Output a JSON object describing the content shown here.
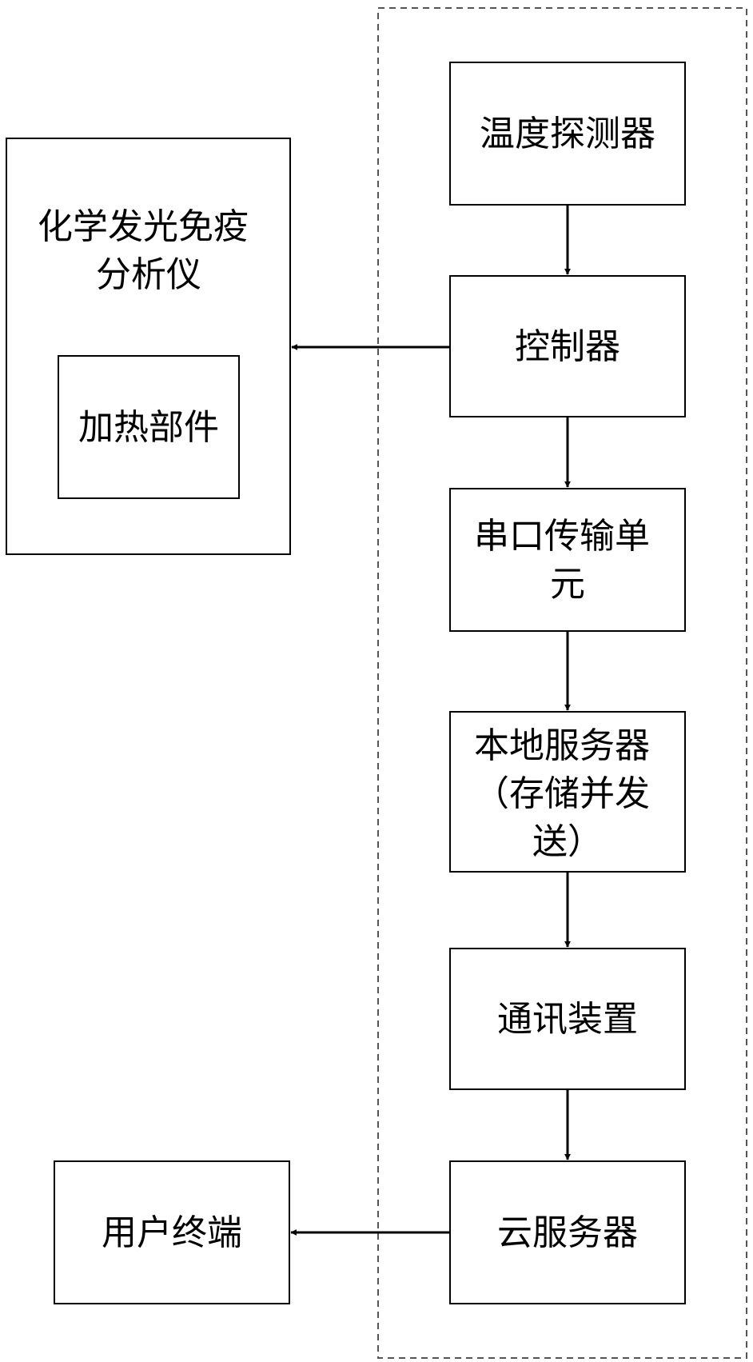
{
  "diagram": {
    "analyzer": {
      "label_lines": [
        "化学发光免疫",
        "分析仪"
      ]
    },
    "heating_part": {
      "label_lines": [
        "加热部件"
      ]
    },
    "temperature_detector": {
      "label_lines": [
        "温度探测器"
      ]
    },
    "controller": {
      "label_lines": [
        "控制器"
      ]
    },
    "serial_unit": {
      "label_lines": [
        "串口传输单",
        "元"
      ]
    },
    "local_server": {
      "label_lines": [
        "本地服务器",
        "（存储并发",
        "送）"
      ]
    },
    "comm_device": {
      "label_lines": [
        "通讯装置"
      ]
    },
    "cloud_server": {
      "label_lines": [
        "云服务器"
      ]
    },
    "user_terminal": {
      "label_lines": [
        "用户终端"
      ]
    },
    "colors": {
      "stroke": "#000000",
      "dashed_border": "#555555",
      "background": "#ffffff"
    }
  }
}
